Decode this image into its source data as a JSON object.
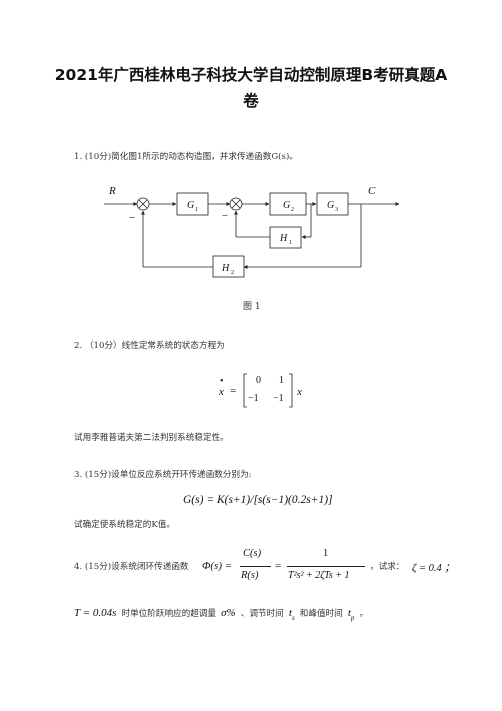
{
  "title": {
    "line1": "2021年广西桂林电子科技大学自动控制原理B考研真题A",
    "line2": "卷"
  },
  "q1": {
    "text": "1. (10分)简化图1所示的动态构造图，并求传递函数G(s)。",
    "diagram": {
      "input": "R",
      "output": "C",
      "minus1": "−",
      "minus2": "−",
      "g1": "G",
      "g1_sub": "1",
      "g2": "G",
      "g2_sub": "2",
      "g3": "G",
      "g3_sub": "3",
      "h1": "H",
      "h1_sub": "1",
      "h2": "H",
      "h2_sub": "2"
    },
    "caption": "图 1"
  },
  "q2": {
    "text": "2. （10分）线性定常系统的状态方程为",
    "lhs": "x",
    "eq": "=",
    "m11": "0",
    "m12": "1",
    "m21": "−1",
    "m22": "−1",
    "rhs": "x",
    "after": "试用李雅普诺夫第二法判别系统稳定性。"
  },
  "q3": {
    "text": "3. (15分)设单位反应系统开环传递函数分别为:",
    "formula": "G(s) = K(s+1)/[s(s−1)(0.2s+1)]",
    "after": "试确定使系统稳定的K值。"
  },
  "q4": {
    "text": "4. (15分)设系统闭环传递函数",
    "phi": "Φ(s) =",
    "num": "C(s)",
    "den": "R(s)",
    "eq2": "=",
    "num2": "1",
    "den2": "T²s² + 2ζTs + 1",
    "ask": "，试求：",
    "zeta": "ζ = 0.4 ；",
    "line2_T": "T = 0.04s",
    "line2_text": "时单位阶跃响应的超调量",
    "sigma": "σ%",
    "line2_text2": "、调节时间",
    "ts": "t",
    "ts_sub": "s",
    "line2_text3": "和峰值时间",
    "tp": "t",
    "tp_sub": "p",
    "end": "。"
  }
}
